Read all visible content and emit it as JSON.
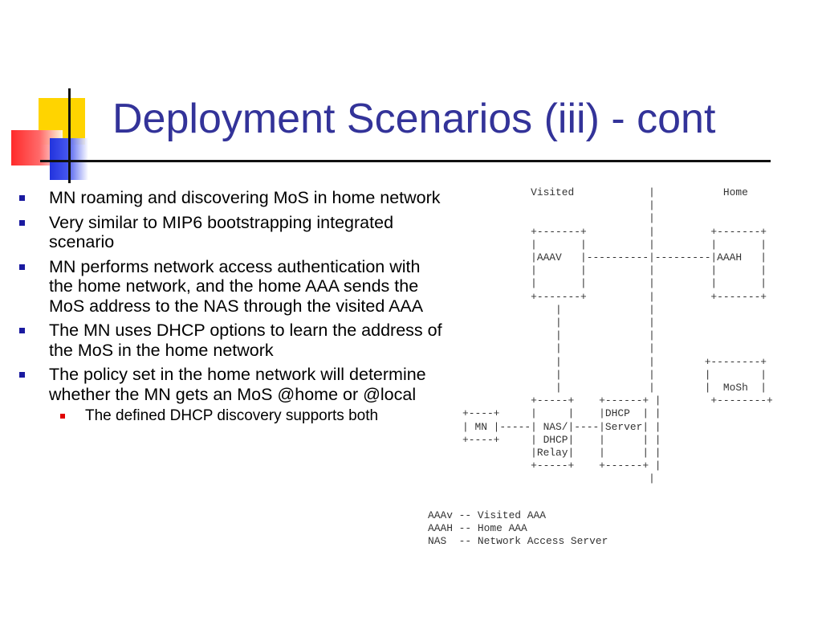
{
  "slide": {
    "title": "Deployment Scenarios (iii) - cont"
  },
  "bullets": [
    {
      "text": "MN roaming and discovering MoS in home network",
      "level": 1
    },
    {
      "text": "Very similar to MIP6 bootstrapping integrated scenario",
      "level": 1
    },
    {
      "text": "MN performs network access authentication with the home network, and the home AAA sends the MoS address to the NAS through the visited AAA",
      "level": 1
    },
    {
      "text": "The MN uses DHCP options to learn the address of the MoS in the home network",
      "level": 1
    },
    {
      "text": "The policy set in the home network will determine whether the MN gets an MoS @home or @local",
      "level": 1
    },
    {
      "text": "The defined DHCP discovery supports both",
      "level": 2
    }
  ],
  "diagram": {
    "ascii": "           Visited            |           Home\n                              |\n                              |\n           +-------+          |         +-------+\n           |       |          |         |       |\n           |AAAV   |----------|---------|AAAH   |\n           |       |          |         |       |\n           |       |          |         |       |\n           +-------+          |         +-------+\n               |              |\n               |              |\n               |              |\n               |              |\n               |              |        +--------+\n               |              |        |        |\n               |              |        |  MoSh  |\n           +-----+    +------+ |        +--------+\n+----+     |     |    |DHCP  | |\n| MN |-----| NAS/|----|Server| |\n+----+     | DHCP|    |      | |\n           |Relay|    |      | |\n           +-----+    +------+ |\n                              |"
  },
  "legend": {
    "lines": [
      "AAAv -- Visited AAA",
      "AAAH -- Home AAA",
      "NAS  -- Network Access Server"
    ]
  }
}
